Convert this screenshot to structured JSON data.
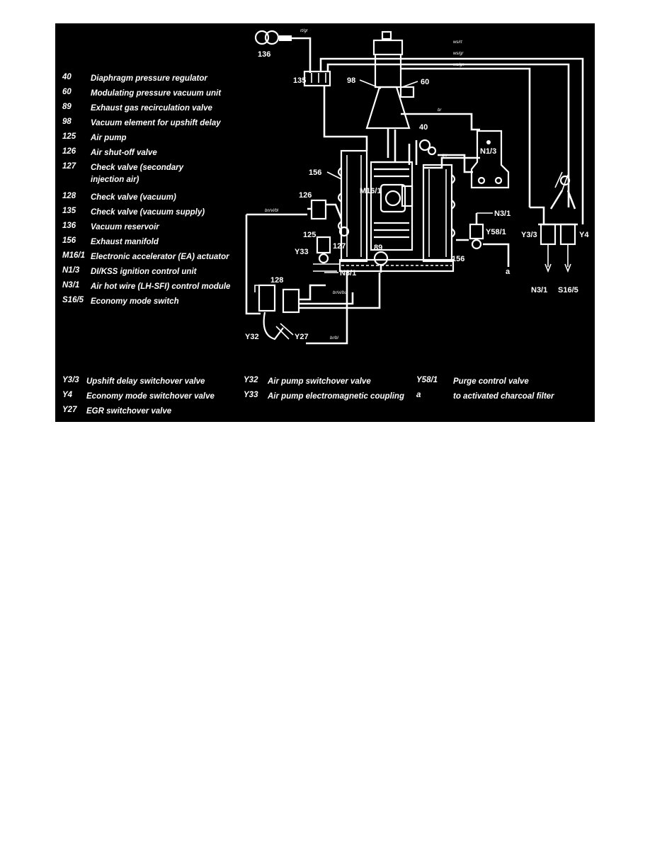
{
  "legend_left": [
    {
      "code": "40",
      "text": "Diaphragm pressure regulator"
    },
    {
      "code": "60",
      "text": "Modulating pressure vacuum unit"
    },
    {
      "code": "89",
      "text": "Exhaust gas recirculation valve"
    },
    {
      "code": "98",
      "text": "Vacuum element for upshift delay"
    },
    {
      "code": "125",
      "text": "Air pump"
    },
    {
      "code": "126",
      "text": "Air shut-off valve"
    },
    {
      "code": "127",
      "text": "Check valve (secondary injection air)"
    },
    {
      "code": "128",
      "text": "Check valve (vacuum)"
    },
    {
      "code": "135",
      "text": "Check valve (vacuum supply)"
    },
    {
      "code": "136",
      "text": "Vacuum reservoir"
    },
    {
      "code": "156",
      "text": "Exhaust manifold"
    },
    {
      "code": "M16/1",
      "text": "Electronic accelerator (EA) actuator"
    },
    {
      "code": "N1/3",
      "text": "DI/KSS ignition control unit"
    },
    {
      "code": "N3/1",
      "text": "Air hot wire (LH-SFI) control module"
    },
    {
      "code": "S16/5",
      "text": "Economy mode switch"
    }
  ],
  "legend_bottom": [
    {
      "code": "Y3/3",
      "text": "Upshift delay switchover valve"
    },
    {
      "code": "Y4",
      "text": "Economy mode switchover valve"
    },
    {
      "code": "Y27",
      "text": "EGR switchover valve"
    },
    {
      "code": "Y32",
      "text": "Air pump switchover valve"
    },
    {
      "code": "Y33",
      "text": "Air pump electromagnetic coupling"
    },
    {
      "code": "Y58/1",
      "text": "Purge control valve"
    },
    {
      "code": "a",
      "text": "to activated charcoal filter"
    }
  ],
  "diagram_labels": {
    "l136": "136",
    "l135": "135",
    "l98": "98",
    "l60": "60",
    "l40": "40",
    "lN13": "N1/3",
    "l156a": "156",
    "l156b": "156",
    "lM161": "M16/1",
    "l126": "126",
    "l125": "125",
    "l127": "127",
    "lY33": "Y33",
    "l89": "89",
    "lN31a": "N3/1",
    "lN31b": "N3/1",
    "lN31c": "N3/1",
    "lY581": "Y58/1",
    "la": "a",
    "lY33b": "Y3/3",
    "lY4": "Y4",
    "lS165": "S16/5",
    "l128": "128",
    "lY32": "Y32",
    "lY27": "Y27"
  },
  "colors": {
    "background": "#000000",
    "lines": "#ffffff",
    "page": "#ffffff"
  }
}
